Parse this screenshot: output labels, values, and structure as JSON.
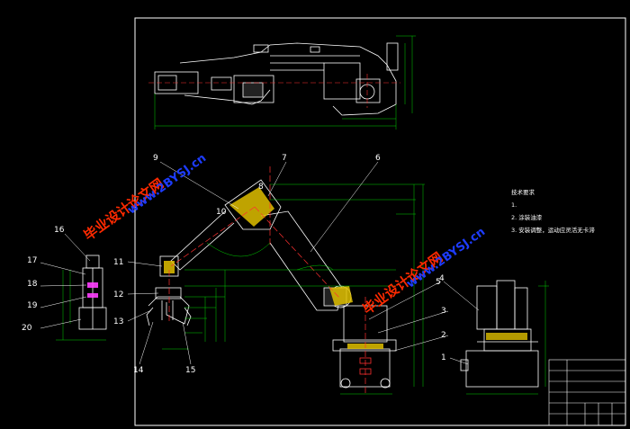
{
  "part_numbers": [
    "1",
    "2",
    "3",
    "4",
    "5",
    "6",
    "7",
    "8",
    "9",
    "10",
    "11",
    "12",
    "13",
    "14",
    "15",
    "16",
    "17",
    "18",
    "19",
    "20"
  ],
  "watermark": {
    "cn": "毕业设计论文网",
    "url": "www.2BYSJ.cn"
  },
  "notes": {
    "title": "技术要求",
    "items": [
      "1.",
      "2. 涂装油漆",
      "3. 安装调整，运动应灵活无卡滞"
    ]
  },
  "colors": {
    "background": "#000000",
    "line_white": "#ffffff",
    "dimension_green": "#00d000",
    "centerline_red": "#ff3030",
    "hatch_yellow": "#e0c000",
    "watermark_red": "#ff2a00",
    "watermark_blue": "#1d3cff",
    "part_magenta": "#ff40ff"
  }
}
